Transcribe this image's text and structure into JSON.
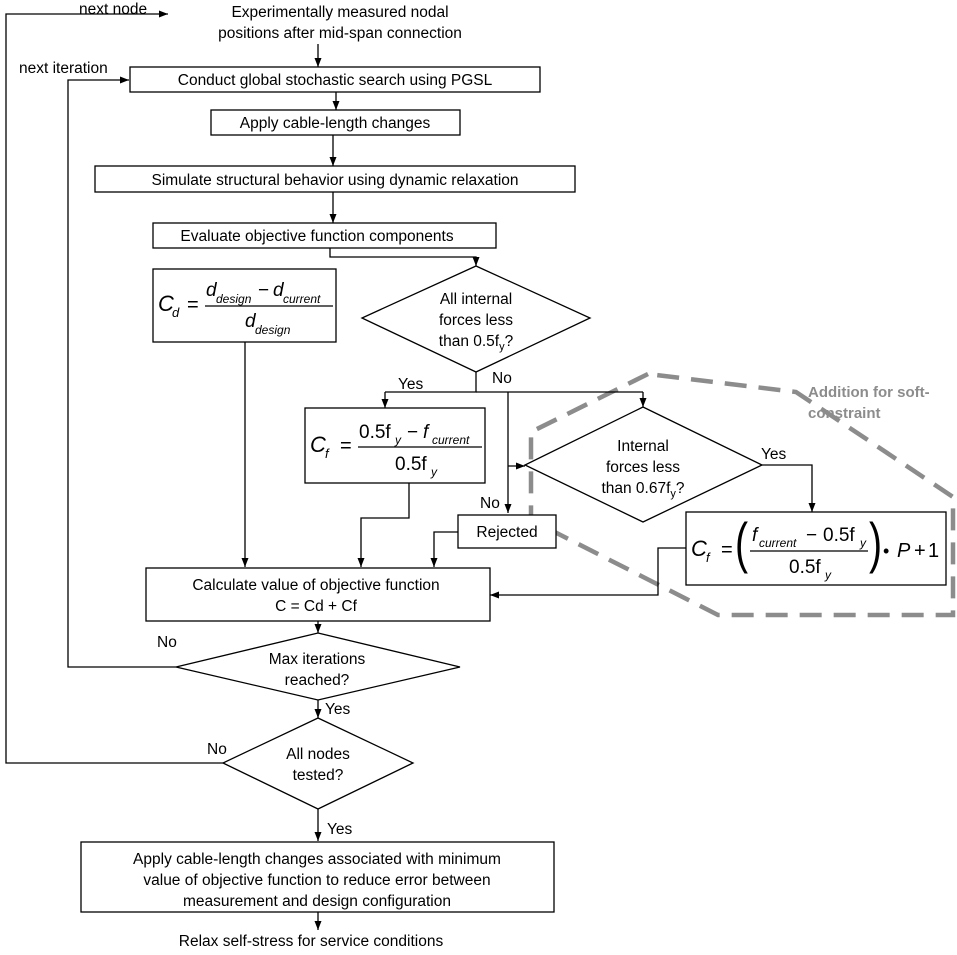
{
  "labels": {
    "next_node": "next node",
    "next_iteration": "next iteration",
    "yes": "Yes",
    "no": "No"
  },
  "start": {
    "line1": "Experimentally measured nodal",
    "line2": "positions after mid-span connection"
  },
  "steps": {
    "pgsl": "Conduct global stochastic search using PGSL",
    "apply_cable": "Apply cable-length changes",
    "simulate": "Simulate structural behavior using dynamic relaxation",
    "evaluate": "Evaluate objective function components",
    "rejected": "Rejected",
    "calc_line1": "Calculate value of objective function",
    "calc_line2": "C = Cd + Cf",
    "final_line1": "Apply cable-length changes associated with minimum",
    "final_line2": "value of objective function to reduce error between",
    "final_line3": "measurement and design configuration",
    "end": "Relax self-stress for service conditions"
  },
  "decisions": {
    "internal_forces": {
      "line1": "All internal",
      "line2": "forces less",
      "line3_pre": "than 0.5f",
      "line3_sub": "y",
      "line3_post": "?"
    },
    "soft_forces": {
      "line1": "Internal",
      "line2": "forces less",
      "line3_pre": "than 0.67f",
      "line3_sub": "y",
      "line3_post": "?"
    },
    "max_iter": {
      "line1": "Max iterations",
      "line2": "reached?"
    },
    "all_nodes": {
      "line1": "All nodes",
      "line2": "tested?"
    }
  },
  "formulas": {
    "cd": {
      "lhs": "C",
      "lhs_sub": "d",
      "eq": "=",
      "num_a": "d",
      "num_a_sub": "design",
      "minus": "−",
      "num_b": "d",
      "num_b_sub": "current",
      "den": "d",
      "den_sub": "design"
    },
    "cf": {
      "lhs": "C",
      "lhs_sub": "f",
      "eq": "=",
      "num_a": "0.5f",
      "num_a_sub": "y",
      "minus": "−",
      "num_b": "f",
      "num_b_sub": "current",
      "den": "0.5f",
      "den_sub": "y"
    },
    "cf_soft": {
      "lhs": "C",
      "lhs_sub": "f",
      "eq": "=",
      "lparen": "(",
      "rparen": ")",
      "num_a": "f",
      "num_a_sub": "current",
      "minus": "−",
      "num_b": "0.5f",
      "num_b_sub": "y",
      "den": "0.5f",
      "den_sub": "y",
      "bullet": "•",
      "p": "P",
      "plus": "+",
      "one": "1"
    }
  },
  "soft_constraint": {
    "line1": "Addition for soft-",
    "line2": "constraint"
  },
  "colors": {
    "line": "#000000",
    "soft_region": "#8c8c8c",
    "background": "#ffffff"
  }
}
